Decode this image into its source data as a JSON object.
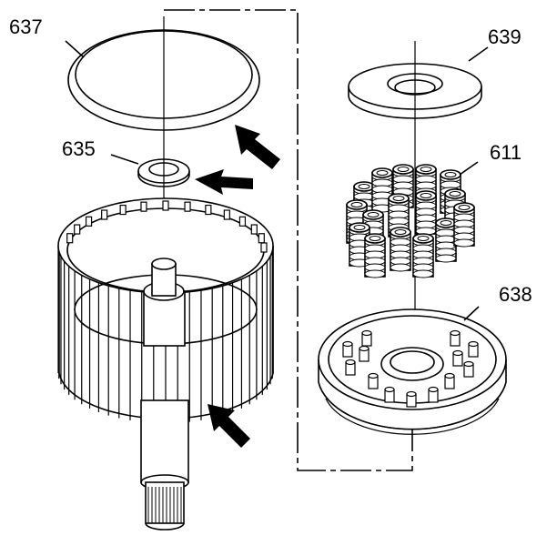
{
  "callouts": {
    "c637": "637",
    "c635": "635",
    "c639": "639",
    "c611": "611",
    "c638": "638"
  },
  "colors": {
    "line": "#000000",
    "fill": "#ffffff",
    "shade": "#d9d9d9"
  }
}
